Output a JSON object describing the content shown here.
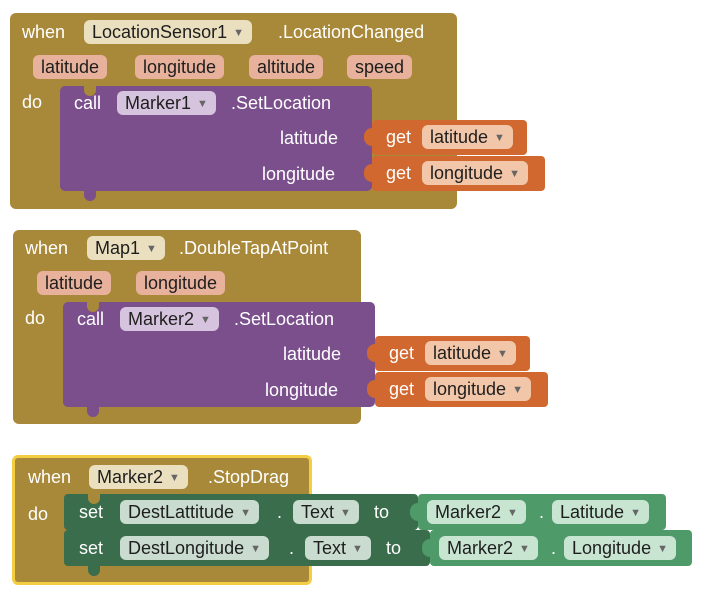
{
  "block1": {
    "when": "when",
    "component": "LocationSensor1",
    "event": ".LocationChanged",
    "params": [
      "latitude",
      "longitude",
      "altitude",
      "speed"
    ],
    "do": "do",
    "call": "call",
    "target": "Marker1",
    "method": ".SetLocation",
    "arg1_label": "latitude",
    "arg2_label": "longitude",
    "get": "get",
    "get1": "latitude",
    "get2": "longitude"
  },
  "block2": {
    "when": "when",
    "component": "Map1",
    "event": ".DoubleTapAtPoint",
    "params": [
      "latitude",
      "longitude"
    ],
    "do": "do",
    "call": "call",
    "target": "Marker2",
    "method": ".SetLocation",
    "arg1_label": "latitude",
    "arg2_label": "longitude",
    "get": "get",
    "get1": "latitude",
    "get2": "longitude"
  },
  "block3": {
    "when": "when",
    "component": "Marker2",
    "event": ".StopDrag",
    "do": "do",
    "set": "set",
    "to": "to",
    "dot": ".",
    "row1": {
      "component": "DestLattitude",
      "property": "Text",
      "source_component": "Marker2",
      "source_property": "Latitude"
    },
    "row2": {
      "component": "DestLongitude",
      "property": "Text",
      "source_component": "Marker2",
      "source_property": "Longitude"
    }
  },
  "colors": {
    "event": "#a8893a",
    "procedure": "#7a4f8c",
    "get": "#d0682f",
    "set": "#3a6d4c",
    "property": "#4f9a69",
    "selection": "#f3cd42"
  }
}
